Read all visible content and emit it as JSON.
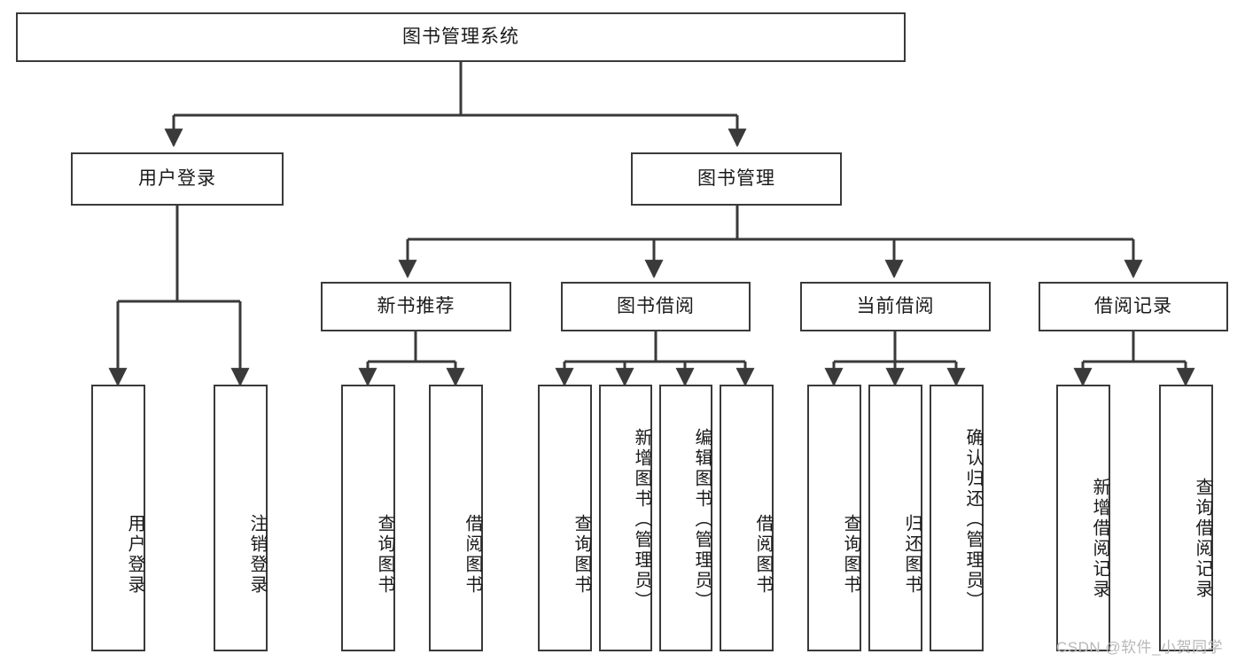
{
  "diagram": {
    "title": "图书管理系统",
    "type": "tree",
    "line_color": "#3a3a3a",
    "box_fill": "#ffffff",
    "text_color": "#1a1a1a",
    "watermark": {
      "text": "CSDN @软件_小贺同学",
      "color": "#b8b8b8"
    }
  },
  "nodes": {
    "root": {
      "label": "图书管理系统",
      "level": 0
    },
    "l1": [
      {
        "id": "user_login",
        "label": "用户登录",
        "level": 1
      },
      {
        "id": "book_manage",
        "label": "图书管理",
        "level": 1
      }
    ],
    "l2": [
      {
        "id": "new_book_rec",
        "label": "新书推荐",
        "level": 2,
        "parent": "book_manage"
      },
      {
        "id": "book_borrow",
        "label": "图书借阅",
        "level": 2,
        "parent": "book_manage"
      },
      {
        "id": "current_borrow",
        "label": "当前借阅",
        "level": 2,
        "parent": "book_manage"
      },
      {
        "id": "borrow_record",
        "label": "借阅记录",
        "level": 2,
        "parent": "book_manage"
      }
    ],
    "leaves": [
      {
        "id": "leaf_user_login",
        "label": "用户登录",
        "parent": "user_login"
      },
      {
        "id": "leaf_user_logout",
        "label": "注销登录",
        "parent": "user_login"
      },
      {
        "id": "leaf_query_book_1",
        "label": "查询图书",
        "parent": "new_book_rec"
      },
      {
        "id": "leaf_borrow_book_1",
        "label": "借阅图书",
        "parent": "new_book_rec"
      },
      {
        "id": "leaf_query_book_2",
        "label": "查询图书",
        "parent": "book_borrow"
      },
      {
        "id": "leaf_add_book",
        "label": "新增图书（管理员）",
        "parent": "book_borrow"
      },
      {
        "id": "leaf_edit_book",
        "label": "编辑图书（管理员）",
        "parent": "book_borrow"
      },
      {
        "id": "leaf_borrow_book_2",
        "label": "借阅图书",
        "parent": "book_borrow"
      },
      {
        "id": "leaf_query_book_3",
        "label": "查询图书",
        "parent": "current_borrow"
      },
      {
        "id": "leaf_return_book",
        "label": "归还图书",
        "parent": "current_borrow"
      },
      {
        "id": "leaf_confirm_return",
        "label": "确认归还（管理员）",
        "parent": "current_borrow"
      },
      {
        "id": "leaf_add_record",
        "label": "新增借阅记录",
        "parent": "borrow_record"
      },
      {
        "id": "leaf_query_record",
        "label": "查询借阅记录",
        "parent": "borrow_record"
      }
    ]
  }
}
